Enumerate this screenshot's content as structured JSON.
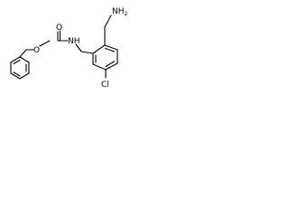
{
  "molecule": {
    "labels": {
      "amine": "NH",
      "amine_subscript": "2",
      "carbonyl_oxygen": "O",
      "ester_oxygen": "O",
      "carbamate_nitrogen": "NH",
      "chlorine": "Cl"
    }
  }
}
